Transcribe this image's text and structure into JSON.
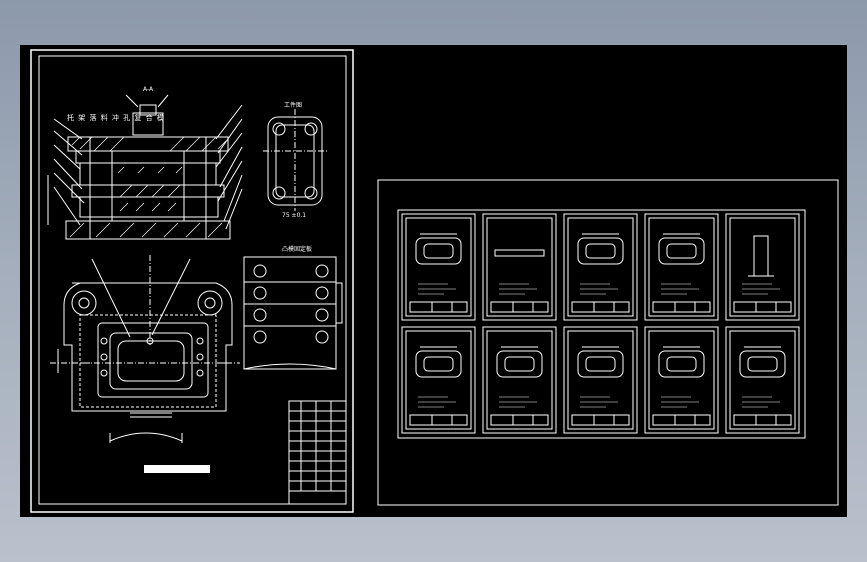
{
  "main_sheet": {
    "title": "托 架 落 料 冲 孔 复 合 模",
    "top_label": "A-A",
    "side_view_label": "工件图",
    "side_view_dims": "75 ±0.1",
    "plate_view_label": "凸模固定板",
    "thumbnail_count": 10
  }
}
